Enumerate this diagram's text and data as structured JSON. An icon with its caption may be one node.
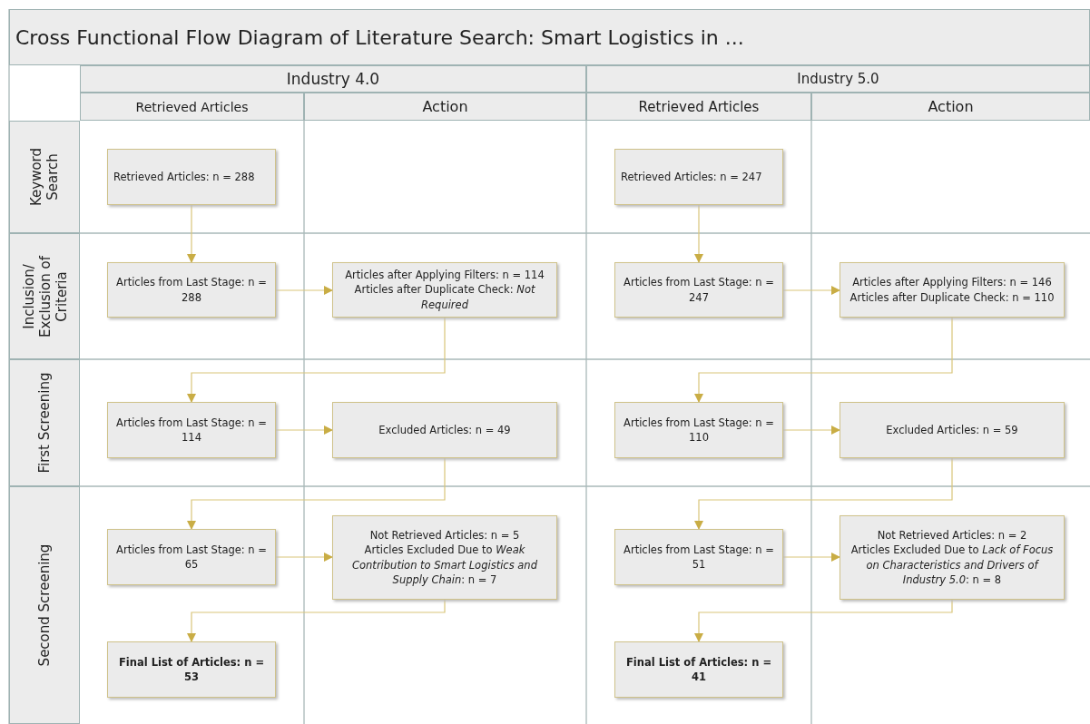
{
  "diagram": {
    "title": "Cross Functional Flow Diagram of Literature Search: Smart Logistics in ...",
    "nodes": [
      {
        "text": [
          "Industry 4.0"
        ]
      },
      {
        "text": [
          "Retrieved Articles"
        ]
      },
      {
        "text": [
          "Action"
        ]
      },
      {
        "text": [
          "Industry 5.0"
        ]
      },
      {
        "text": [
          "Retrieved Articles"
        ]
      },
      {
        "text": [
          "Action"
        ]
      },
      {
        "text": [
          "Keyword Search"
        ]
      },
      {
        "text": [
          "Inclusion/ Exclusion of Criteria"
        ]
      },
      {
        "text": [
          "First Screening"
        ]
      },
      {
        "text": [
          "Second Screening"
        ]
      },
      {
        "text": [
          "Retrieved Articles: n = 288"
        ]
      },
      {
        "text": [
          "Retrieved Articles: n = 247"
        ]
      },
      {
        "text": [
          "Articles from Last Stage: n = 288"
        ]
      },
      {
        "text": [
          "Articles after Applying Filters: n = 114",
          "Articles after Duplicate Check: *Not Required*"
        ]
      },
      {
        "text": [
          "Articles from Last Stage: n = 247"
        ]
      },
      {
        "text": [
          "Articles after Applying Filters: n = 146",
          "Articles after Duplicate Check: n = 110"
        ]
      },
      {
        "text": [
          "Articles from Last Stage: n = 114"
        ]
      },
      {
        "text": [
          "Excluded Articles: n = 49"
        ]
      },
      {
        "text": [
          "Articles from Last Stage: n = 110"
        ]
      },
      {
        "text": [
          "Excluded Articles: n = 59"
        ]
      },
      {
        "text": [
          "Articles from Last Stage: n = 65"
        ]
      },
      {
        "text": [
          "Not Retrieved Articles: n = 5",
          "Articles Excluded Due to *Weak Contribution to Smart Logistics and Supply Chain*: n = 7"
        ]
      },
      {
        "text": [
          "Articles from Last Stage: n = 51"
        ]
      },
      {
        "text": [
          "Not Retrieved Articles: n = 2",
          "Articles Excluded Due to *Lack of Focus on Characteristics and Drivers of Industry 5.0*: n = 8"
        ]
      },
      {
        "text": [
          "Final List of Articles: n = 53"
        ]
      },
      {
        "text": [
          "Final List of Articles: n = 41"
        ]
      }
    ],
    "edges": [
      {
        "from": 10,
        "to": 12,
        "arrow": "to"
      },
      {
        "from": 12,
        "to": 13,
        "arrow": "to"
      },
      {
        "from": 13,
        "to": 16,
        "arrow": "to"
      },
      {
        "from": 16,
        "to": 17,
        "arrow": "to"
      },
      {
        "from": 17,
        "to": 20,
        "arrow": "to"
      },
      {
        "from": 20,
        "to": 21,
        "arrow": "to"
      },
      {
        "from": 21,
        "to": 24,
        "arrow": "to"
      },
      {
        "from": 11,
        "to": 14,
        "arrow": "to"
      },
      {
        "from": 14,
        "to": 15,
        "arrow": "to"
      },
      {
        "from": 15,
        "to": 18,
        "arrow": "to"
      },
      {
        "from": 18,
        "to": 19,
        "arrow": "to"
      },
      {
        "from": 19,
        "to": 22,
        "arrow": "to"
      },
      {
        "from": 22,
        "to": 23,
        "arrow": "to"
      },
      {
        "from": 23,
        "to": 25,
        "arrow": "to"
      }
    ]
  }
}
